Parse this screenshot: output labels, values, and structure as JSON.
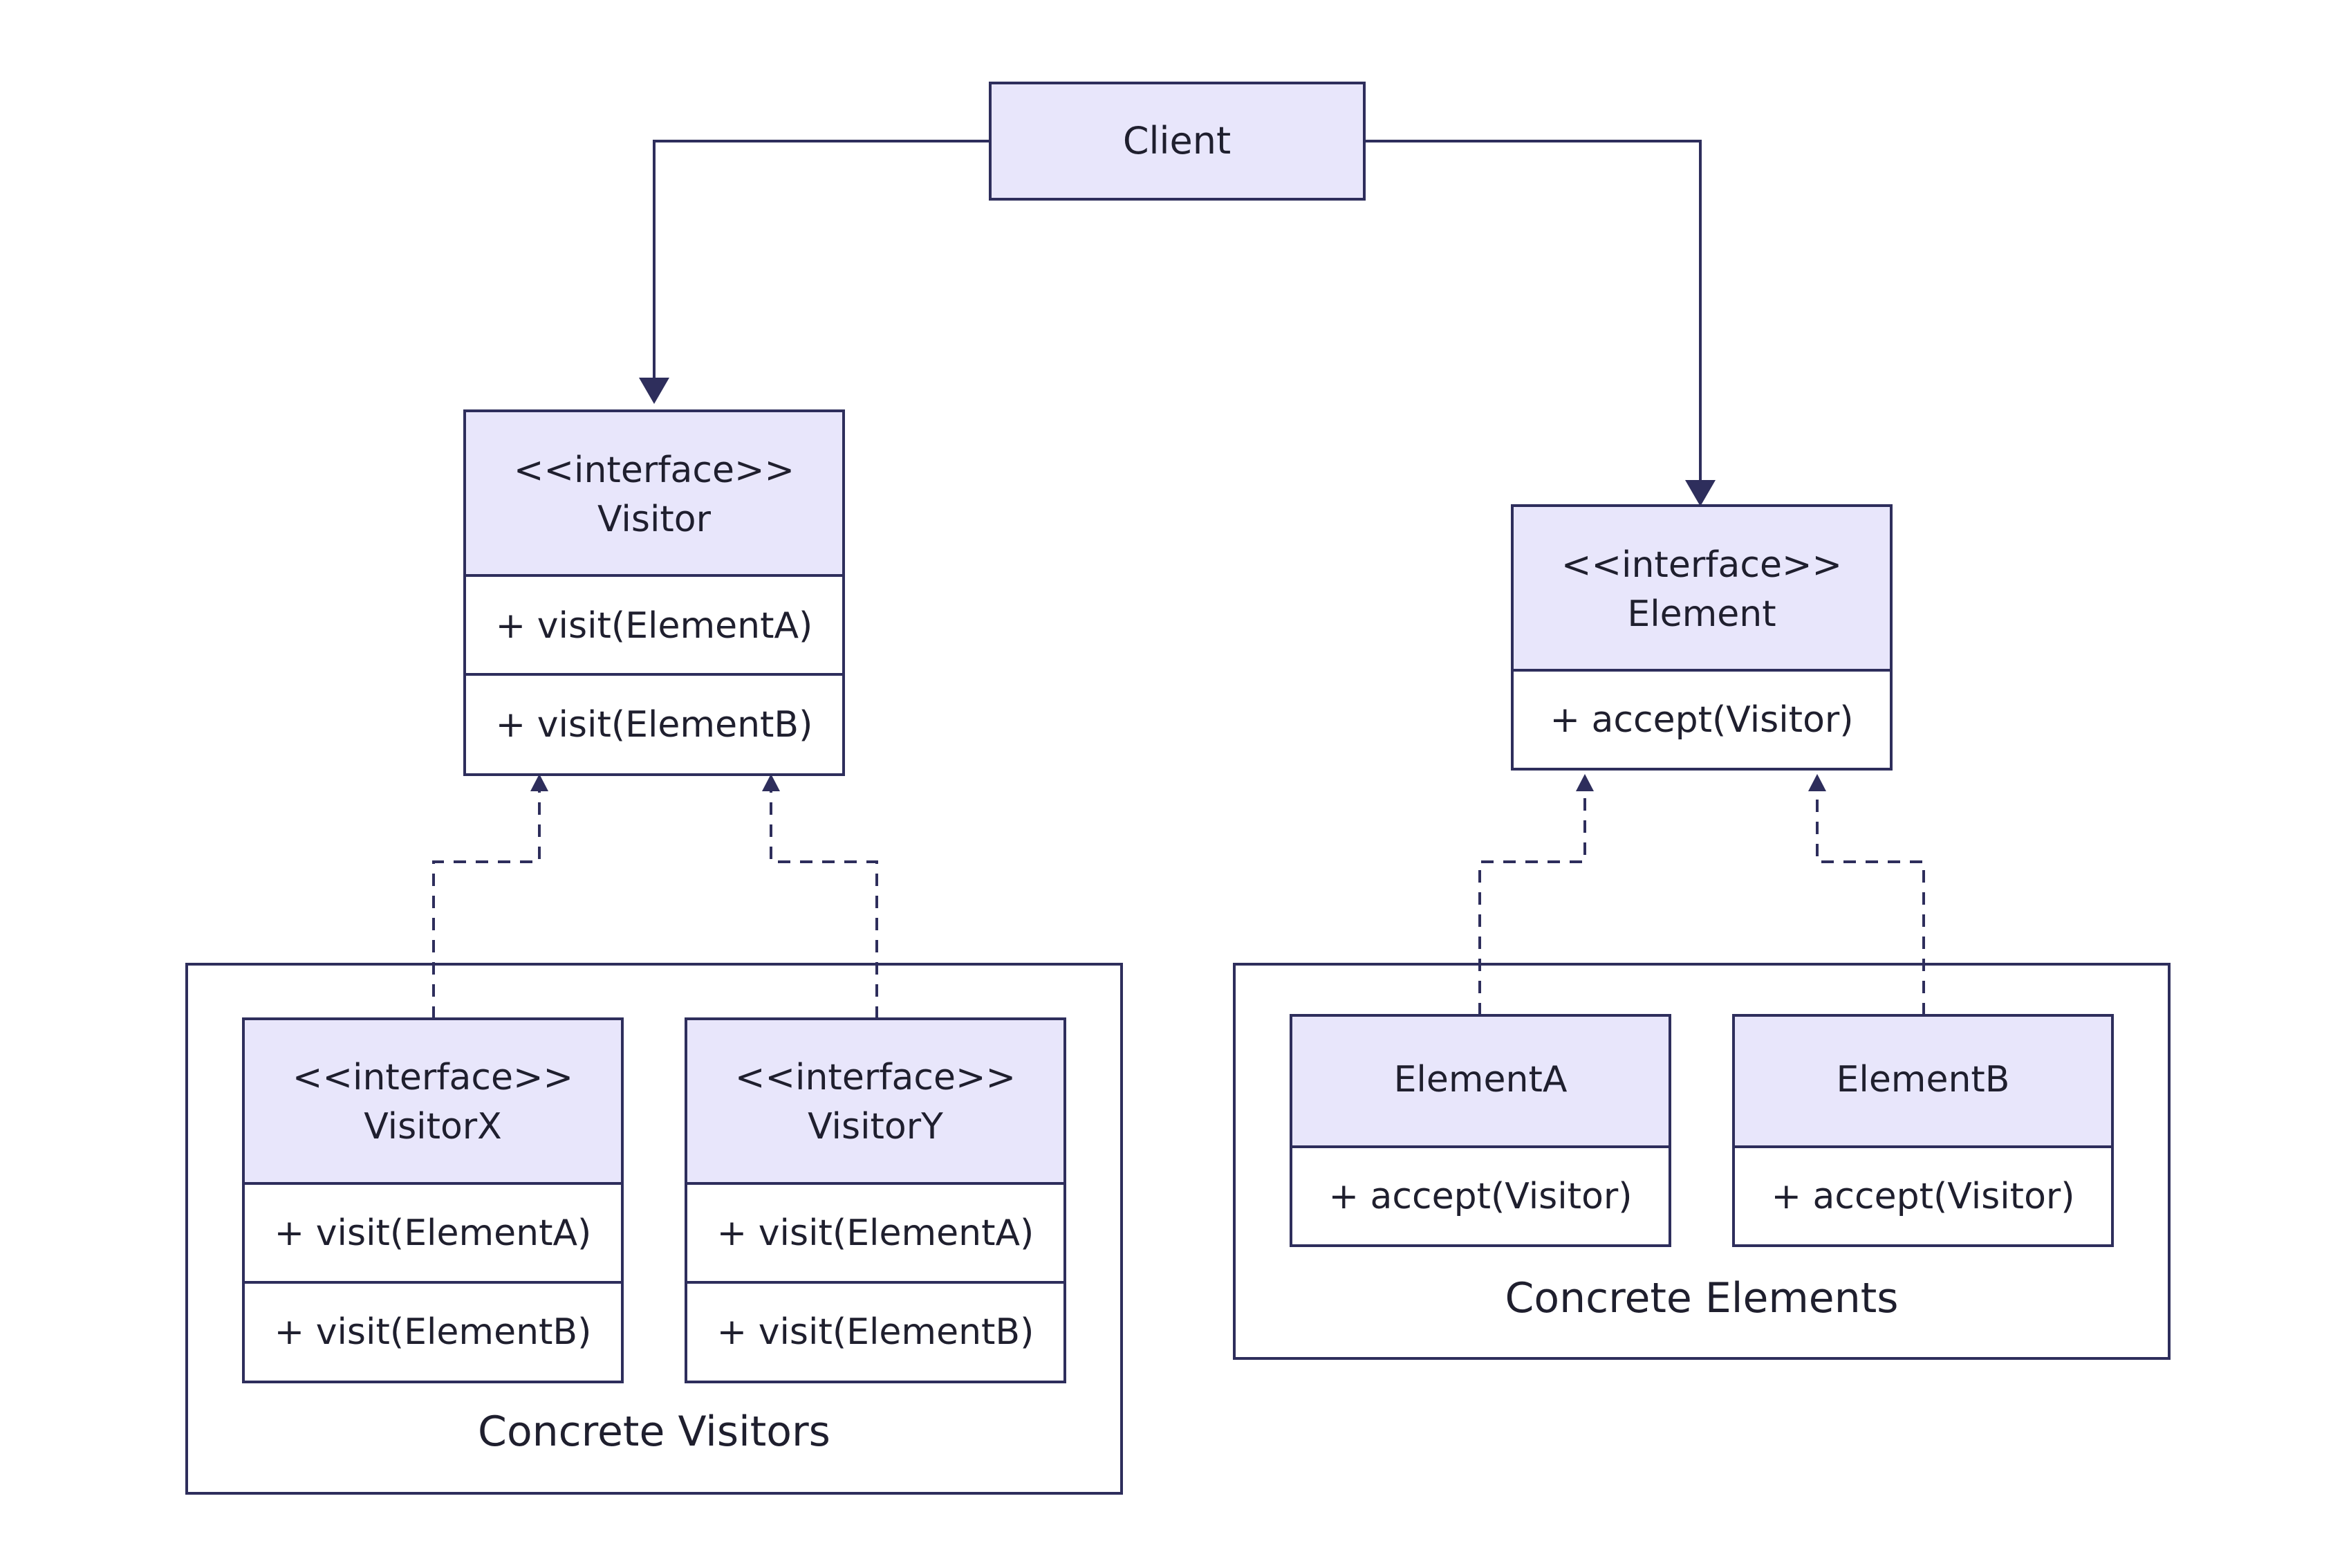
{
  "colors": {
    "line": "#2e2e5c",
    "header_fill": "#e8e6fb",
    "body_fill": "#ffffff",
    "text": "#1f1f2e"
  },
  "client": {
    "label": "Client"
  },
  "visitor": {
    "stereotype": "<<interface>>",
    "name": "Visitor",
    "methods": [
      "+ visit(ElementA)",
      "+ visit(ElementB)"
    ]
  },
  "element": {
    "stereotype": "<<interface>>",
    "name": "Element",
    "methods": [
      "+ accept(Visitor)"
    ]
  },
  "visitor_x": {
    "stereotype": "<<interface>>",
    "name": "VisitorX",
    "methods": [
      "+ visit(ElementA)",
      "+ visit(ElementB)"
    ]
  },
  "visitor_y": {
    "stereotype": "<<interface>>",
    "name": "VisitorY",
    "methods": [
      "+ visit(ElementA)",
      "+ visit(ElementB)"
    ]
  },
  "element_a": {
    "name": "ElementA",
    "methods": [
      "+ accept(Visitor)"
    ]
  },
  "element_b": {
    "name": "ElementB",
    "methods": [
      "+ accept(Visitor)"
    ]
  },
  "groups": {
    "concrete_visitors": "Concrete Visitors",
    "concrete_elements": "Concrete Elements"
  }
}
